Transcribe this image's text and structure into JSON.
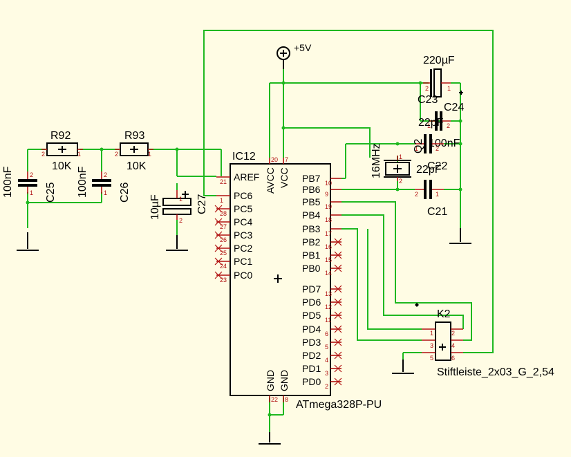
{
  "supply": {
    "label": "+5V"
  },
  "components": {
    "r92": {
      "name": "R92",
      "value": "10K"
    },
    "r93": {
      "name": "R93",
      "value": "10K"
    },
    "c25": {
      "name": "C25",
      "value": "100nF"
    },
    "c26": {
      "name": "C26",
      "value": "100nF"
    },
    "c27": {
      "name": "C27",
      "value": "10µF"
    },
    "c23": {
      "name": "C23",
      "value": "220µF"
    },
    "c24": {
      "name": "C24",
      "value": "100nF"
    },
    "c22": {
      "name": "C22",
      "value": "22pF"
    },
    "c21": {
      "name": "C21",
      "value": "22pF"
    },
    "q2": {
      "name": "Q2",
      "value": "16MHz"
    },
    "k2": {
      "name": "K2",
      "value": "Stiftleiste_2x03_G_2,54"
    }
  },
  "ic": {
    "name": "IC12",
    "part": "ATmega328P-PU",
    "left_pins": [
      {
        "label": "AREF",
        "num": "21"
      },
      {
        "label": "PC6",
        "num": "1"
      },
      {
        "label": "PC5",
        "num": "28"
      },
      {
        "label": "PC4",
        "num": "27"
      },
      {
        "label": "PC3",
        "num": "26"
      },
      {
        "label": "PC2",
        "num": "25"
      },
      {
        "label": "PC1",
        "num": "24"
      },
      {
        "label": "PC0",
        "num": "23"
      }
    ],
    "right_pins": [
      {
        "label": "PB7",
        "num": "10"
      },
      {
        "label": "PB6",
        "num": "9"
      },
      {
        "label": "PB5",
        "num": "19"
      },
      {
        "label": "PB4",
        "num": "18"
      },
      {
        "label": "PB3",
        "num": "17"
      },
      {
        "label": "PB2",
        "num": "16"
      },
      {
        "label": "PB1",
        "num": "15"
      },
      {
        "label": "PB0",
        "num": "14"
      },
      {
        "label": "PD7",
        "num": "13"
      },
      {
        "label": "PD6",
        "num": "12"
      },
      {
        "label": "PD5",
        "num": "11"
      },
      {
        "label": "PD4",
        "num": "6"
      },
      {
        "label": "PD3",
        "num": "5"
      },
      {
        "label": "PD2",
        "num": "4"
      },
      {
        "label": "PD1",
        "num": "3"
      },
      {
        "label": "PD0",
        "num": "2"
      }
    ],
    "top_pins": [
      {
        "label": "AVCC",
        "num": "20"
      },
      {
        "label": "VCC",
        "num": "7"
      }
    ],
    "bottom_pins": [
      {
        "label": "GND",
        "num": "22"
      },
      {
        "label": "GND",
        "num": "8"
      }
    ]
  },
  "header_pins": [
    "1",
    "2",
    "3",
    "4",
    "5",
    "6"
  ],
  "passive_pins": {
    "one": "1",
    "two": "2"
  }
}
